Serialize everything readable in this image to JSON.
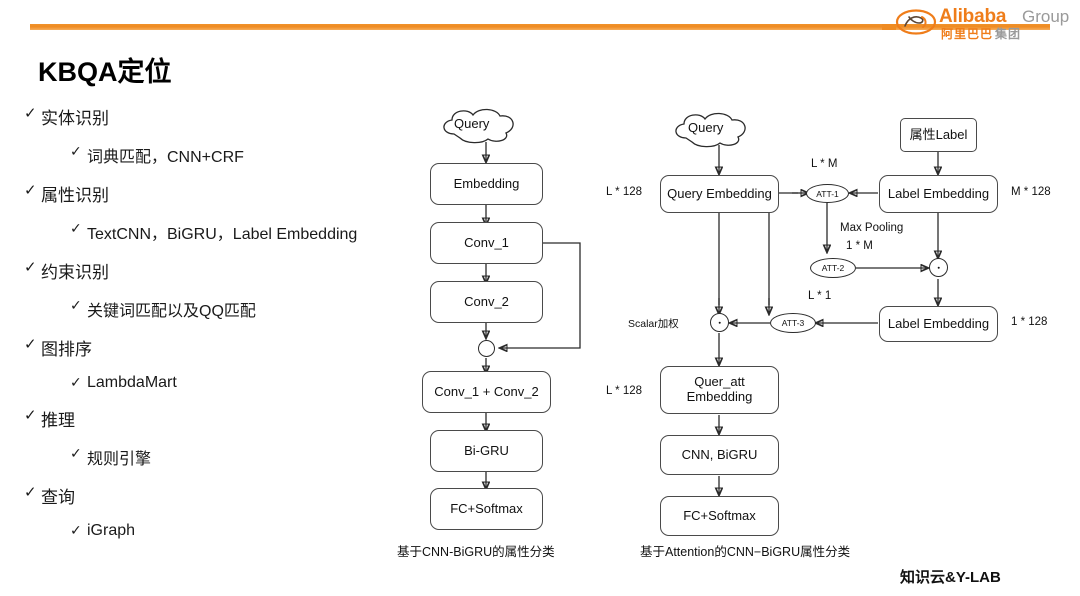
{
  "header": {
    "logo": {
      "mark": "alibaba-a-icon",
      "word": "Alibaba",
      "group": "Group",
      "cn_orange": "阿里巴巴",
      "cn_grey": "集团"
    },
    "accent_color": "#ef8b22"
  },
  "title": "KBQA定位",
  "bullets": [
    {
      "level": 1,
      "marker": "✓",
      "text": "实体识别"
    },
    {
      "level": 2,
      "marker": "✓",
      "text": "词典匹配，CNN+CRF"
    },
    {
      "level": 1,
      "marker": "✓",
      "text": "属性识别"
    },
    {
      "level": 2,
      "marker": "✓",
      "text": "TextCNN，BiGRU，Label Embedding"
    },
    {
      "level": 1,
      "marker": "✓",
      "text": "约束识别"
    },
    {
      "level": 2,
      "marker": "✓",
      "text": "关键词匹配以及QQ匹配"
    },
    {
      "level": 1,
      "marker": "✓",
      "text": "图排序"
    },
    {
      "level": 2,
      "marker": "✓",
      "text": "LambdaMart"
    },
    {
      "level": 1,
      "marker": "✓",
      "text": "推理"
    },
    {
      "level": 2,
      "marker": "✓",
      "text": "规则引擎"
    },
    {
      "level": 1,
      "marker": "✓",
      "text": "查询"
    },
    {
      "level": 2,
      "marker": "✓",
      "text": "iGraph"
    }
  ],
  "diagram_left": {
    "caption": "基于CNN-BiGRU的属性分类",
    "nodes": {
      "query": "Query",
      "embedding": "Embedding",
      "conv1": "Conv_1",
      "conv2": "Conv_2",
      "merge": "⊕",
      "concat": "Conv_1 + Conv_2",
      "bigru": "Bi-GRU",
      "fc": "FC+Softmax"
    }
  },
  "diagram_right": {
    "caption": "基于Attention的CNN−BiGRU属性分类",
    "nodes": {
      "query": "Query",
      "query_embedding": "Query Embedding",
      "attr_label": "属性Label",
      "label_embedding_1": "Label Embedding",
      "label_embedding_2": "Label Embedding",
      "att1": "ATT-1",
      "att2": "ATT-2",
      "att3": "ATT-3",
      "quer_att_embedding": "Quer_att\nEmbedding",
      "quer_att_embedding_l1": "Quer_att",
      "quer_att_embedding_l2": "Embedding",
      "cnn_bigru": "CNN, BiGRU",
      "fc": "FC+Softmax"
    },
    "labels": {
      "l_128_query": "L * 128",
      "m_128": "M * 128",
      "l_m": "L * M",
      "max_pooling": "Max Pooling",
      "one_m": "1 * M",
      "l_1": "L * 1",
      "one_128": "1 * 128",
      "scalar_weight": "Scalar加权",
      "l_128_out": "L * 128"
    }
  },
  "footer": "知识云&Y-LAB"
}
